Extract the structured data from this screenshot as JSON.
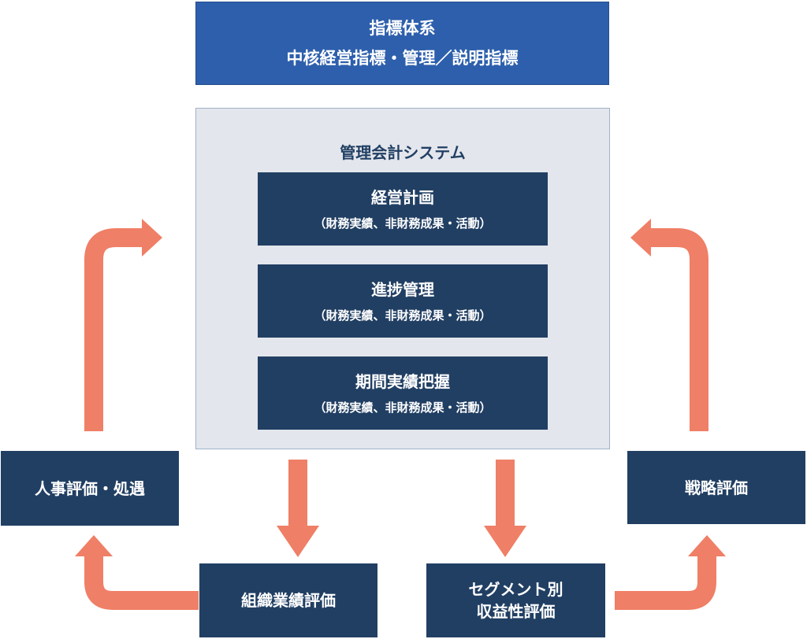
{
  "indicators": {
    "title": "指標体系",
    "subtitle": "中核経営指標・管理／説明指標"
  },
  "management_accounting": {
    "title": "管理会計システム",
    "items": [
      {
        "title": "経営計画",
        "detail": "（財務実績、非財務成果・活動）"
      },
      {
        "title": "進捗管理",
        "detail": "（財務実績、非財務成果・活動）"
      },
      {
        "title": "期間実績把握",
        "detail": "（財務実績、非財務成果・活動）"
      }
    ]
  },
  "outcomes": {
    "hr_evaluation": "人事評価・処遇",
    "org_performance": "組織業績評価",
    "segment_profitability": [
      "セグメント別",
      "収益性評価"
    ],
    "strategy_evaluation": "戦略評価"
  },
  "colors": {
    "dark_navy": "#213f63",
    "top_blue": "#2d5fac",
    "panel_gray": "#e3e6ec",
    "arrow_salmon": "#ef7f66"
  }
}
